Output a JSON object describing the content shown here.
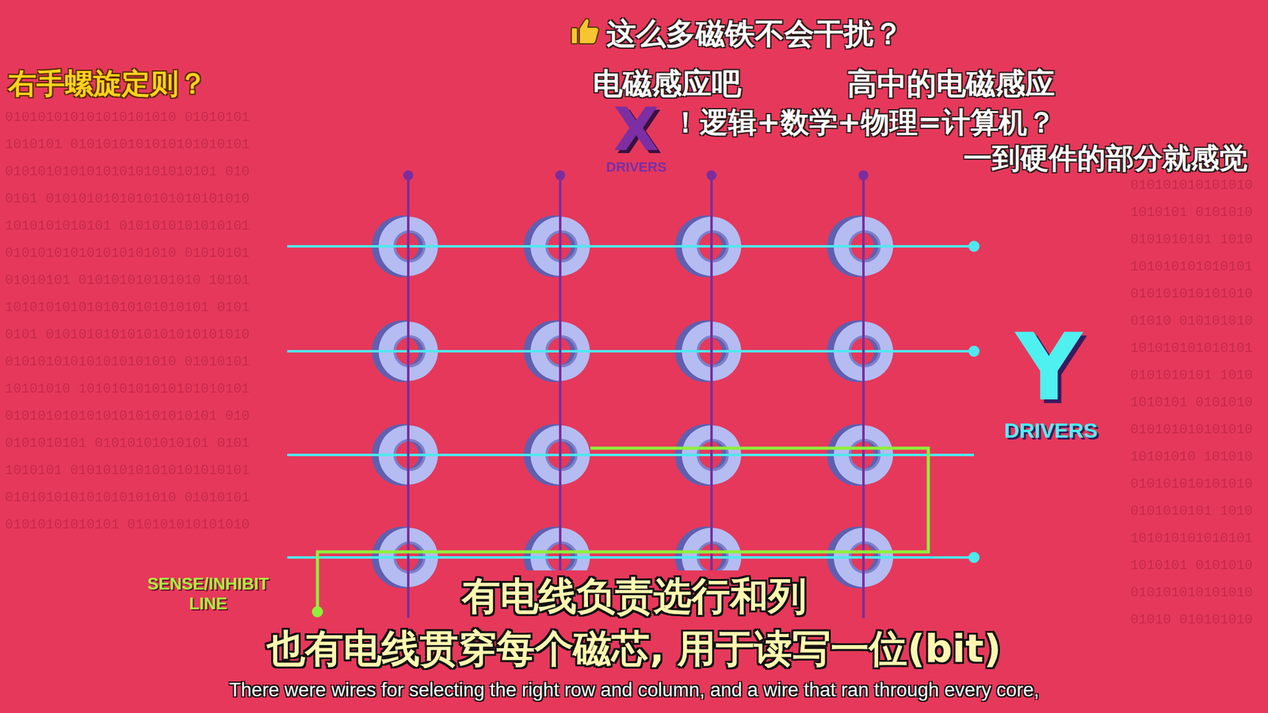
{
  "diagram": {
    "labels": [
      "这么多磁铁不会干扰？",
      "右手螺旋定则？",
      "电磁感应吧",
      "高中的电磁感应",
      "！逻辑+数学+物理=计算机？",
      "一到硬件的部分就感觉",
      "X",
      "DRIVERS",
      "Y",
      "DRIVERS",
      "SENSE/INHIBIT LINE",
      "有电线负责选行和列",
      "也有电线贯穿每个磁芯, 用于读写一位(bit)",
      "There were wires for selecting the right row and column, and a wire that ran through every core,",
      "010101010101010101010 01010101",
      "1010101 0101010101010101010101",
      "01010101010101010101010101 010",
      "0101 0101010101010101010101010",
      "1010101010101 0101010101010101",
      "010101010101010101010 01010101",
      "01010101 010101010101010 10101",
      "1010101010101010101010101 0101",
      "0101 0101010101010101010101010",
      "010101010101010101010 01010101",
      "10101010 101010101010101010101",
      "01010101010101010101010101 010",
      "0101010101 01010101010101 0101",
      "1010101 0101010101010101010101",
      "010101010101010101010 01010101",
      "01010101010101 010101010101010",
      "010101010101010",
      "1010101 0101010",
      "0101010101 1010",
      "101010101010101",
      "010101010101010",
      "01010 010101010",
      "101010101010101",
      "0101010101 1010",
      "1010101 0101010",
      "010101010101010",
      "10101010 101010",
      "010101010101010",
      "0101010101 1010",
      "101010101010101",
      "1010101 0101010",
      "010101010101010",
      "01010 010101010"
    ]
  }
}
